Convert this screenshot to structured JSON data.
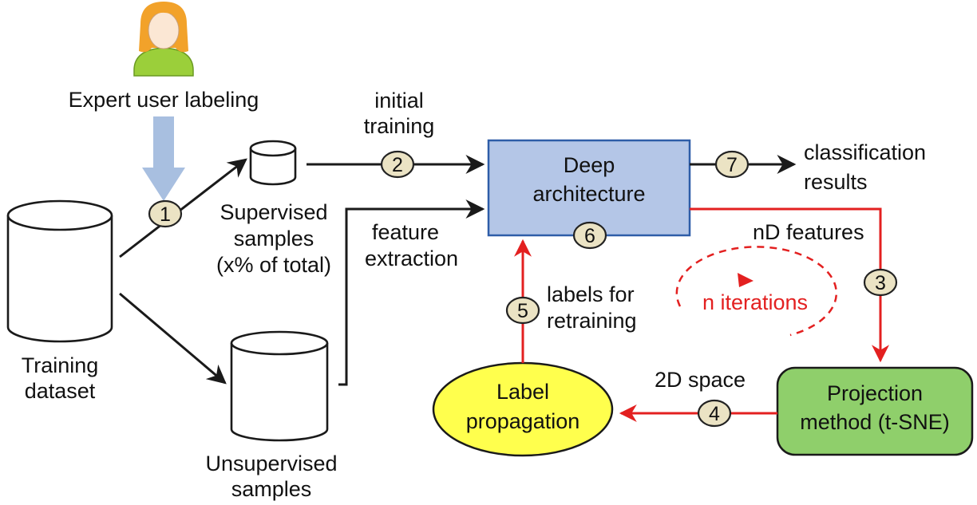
{
  "labels": {
    "expert": "Expert user labeling",
    "training_line1": "Training",
    "training_line2": "dataset",
    "supervised_line1": "Supervised",
    "supervised_line2": "samples",
    "supervised_line3": "(x% of total)",
    "unsupervised_line1": "Unsupervised",
    "unsupervised_line2": "samples",
    "initial_line1": "initial",
    "initial_line2": "training",
    "feature_line1": "feature",
    "feature_line2": "extraction",
    "deep_line1": "Deep",
    "deep_line2": "architecture",
    "classification_line1": "classification",
    "classification_line2": "results",
    "nd_features": "nD features",
    "n_iterations": "n iterations",
    "labels_for_line1": "labels for",
    "labels_for_line2": "retraining",
    "label_prop_line1": "Label",
    "label_prop_line2": "propagation",
    "space_2d": "2D space",
    "projection_line1": "Projection",
    "projection_line2": "method (t-SNE)"
  },
  "steps": {
    "s1": "1",
    "s2": "2",
    "s3": "3",
    "s4": "4",
    "s5": "5",
    "s6": "6",
    "s7": "7"
  },
  "colors": {
    "deep_fill": "#b4c6e7",
    "deep_stroke": "#2e5da8",
    "label_prop_fill": "#ffff4d",
    "projection_fill": "#8fcf6b",
    "red_arrow": "#e32020",
    "expert_arrow": "#a8bfe0",
    "badge_fill": "#ebe3c4"
  },
  "icons": {
    "user": "user-avatar-icon"
  }
}
